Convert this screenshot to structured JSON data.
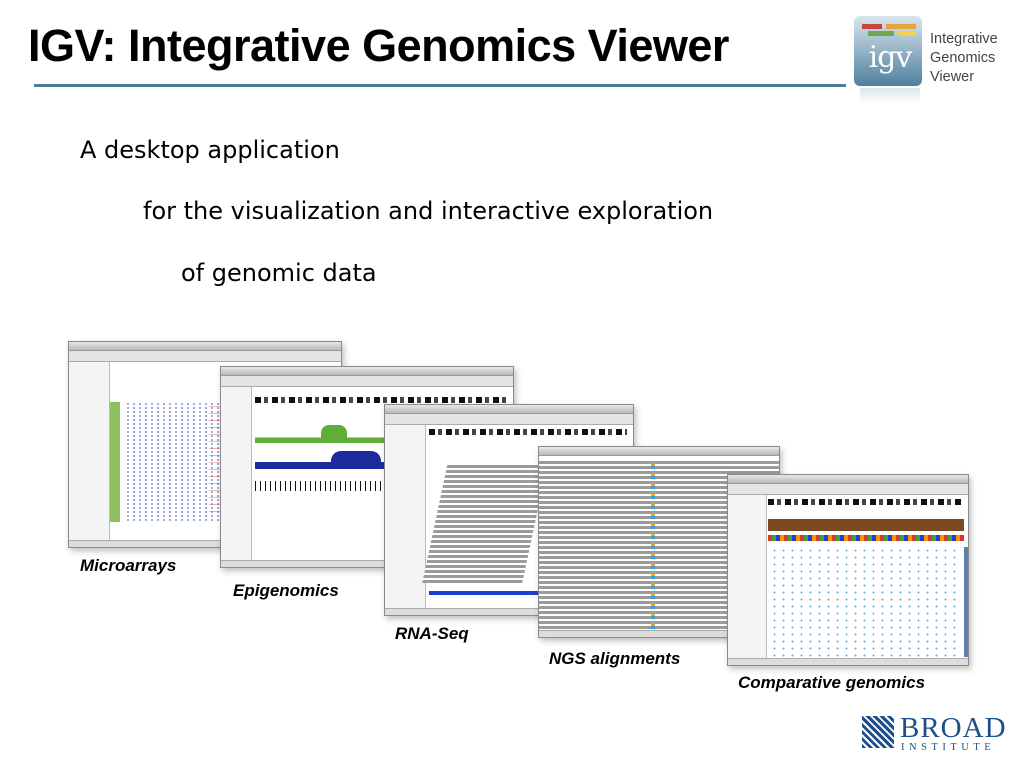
{
  "slide": {
    "title": "IGV: Integrative Genomics Viewer",
    "body_lines": [
      "A desktop application",
      "for the visualization and interactive exploration",
      "of genomic data"
    ]
  },
  "logo": {
    "mark_text": "igv",
    "word_lines": [
      "Integrative",
      "Genomics",
      "Viewer"
    ],
    "bar_colors": [
      "#c9443c",
      "#e8a33a",
      "#6fa84f",
      "#f2d24b"
    ]
  },
  "screenshots": [
    {
      "caption": "Microarrays"
    },
    {
      "caption": "Epigenomics"
    },
    {
      "caption": "RNA-Seq"
    },
    {
      "caption": "NGS alignments"
    },
    {
      "caption": "Comparative genomics"
    }
  ],
  "footer_logo": {
    "word": "BROAD",
    "sub": "INSTITUTE",
    "color": "#1c4f8c"
  },
  "colors": {
    "rule": "#4a7c98",
    "epigenomics_green": "#5fae3a",
    "epigenomics_blue": "#1d2a9c",
    "comparative_brown": "#7b4a22"
  }
}
